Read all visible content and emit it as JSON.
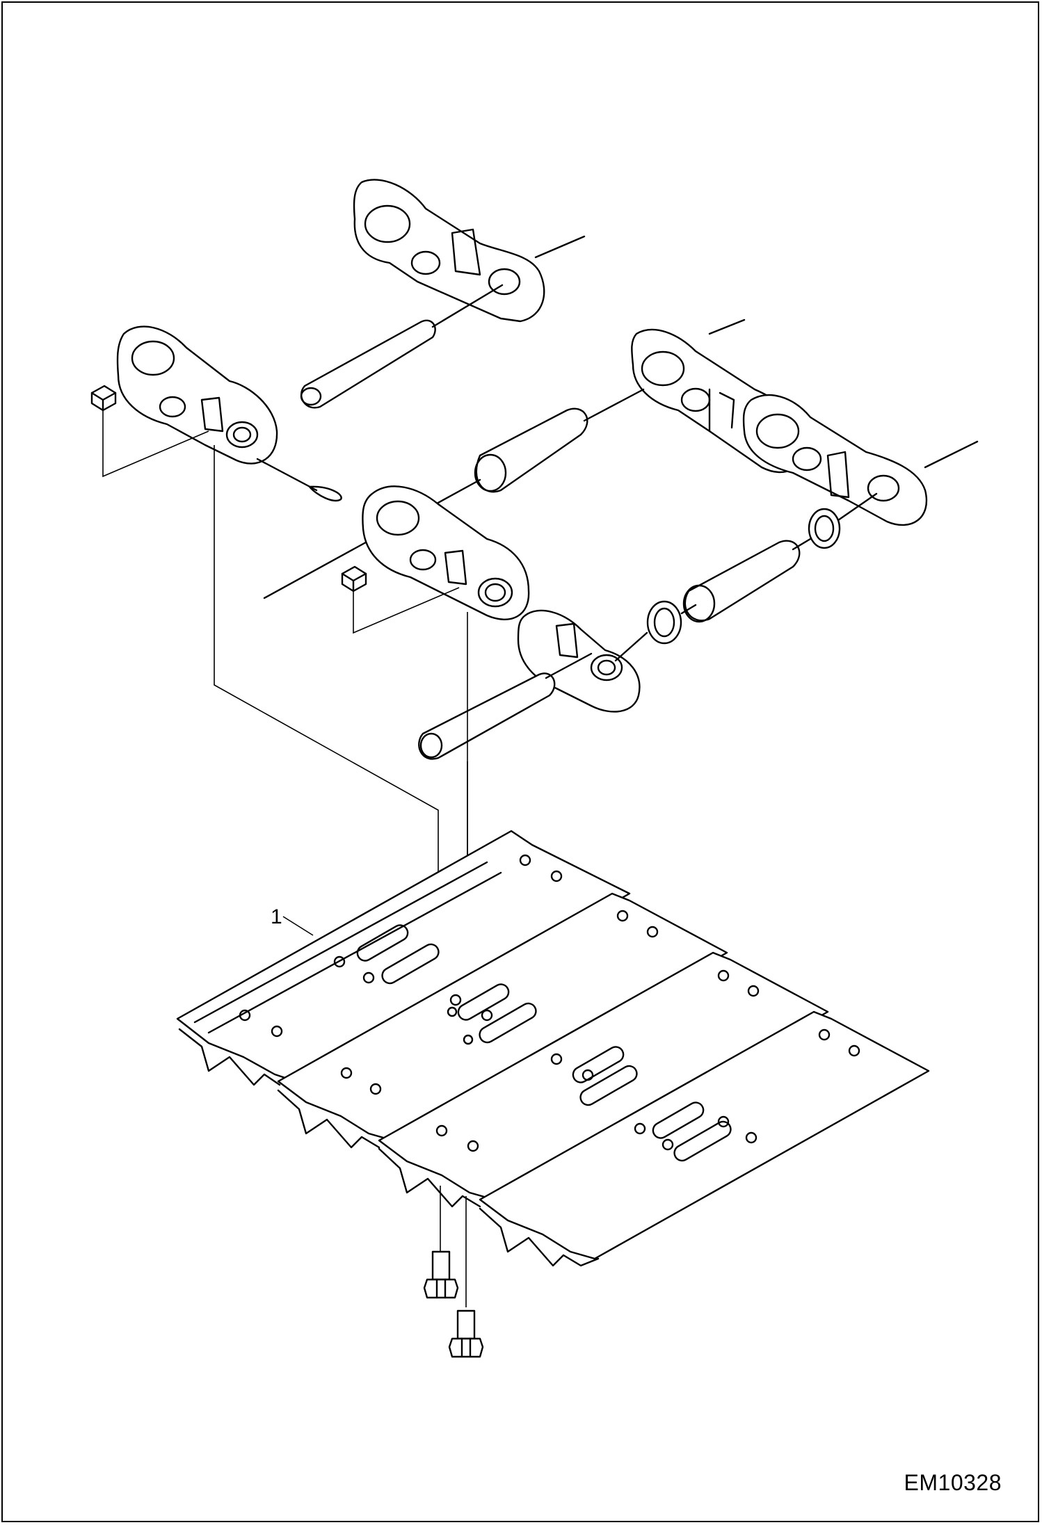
{
  "diagram": {
    "callouts": [
      {
        "id": "shoe-plate",
        "label": "1"
      }
    ],
    "drawing_code": "EM10328",
    "line_color": "#000000",
    "background_color": "#ffffff"
  }
}
